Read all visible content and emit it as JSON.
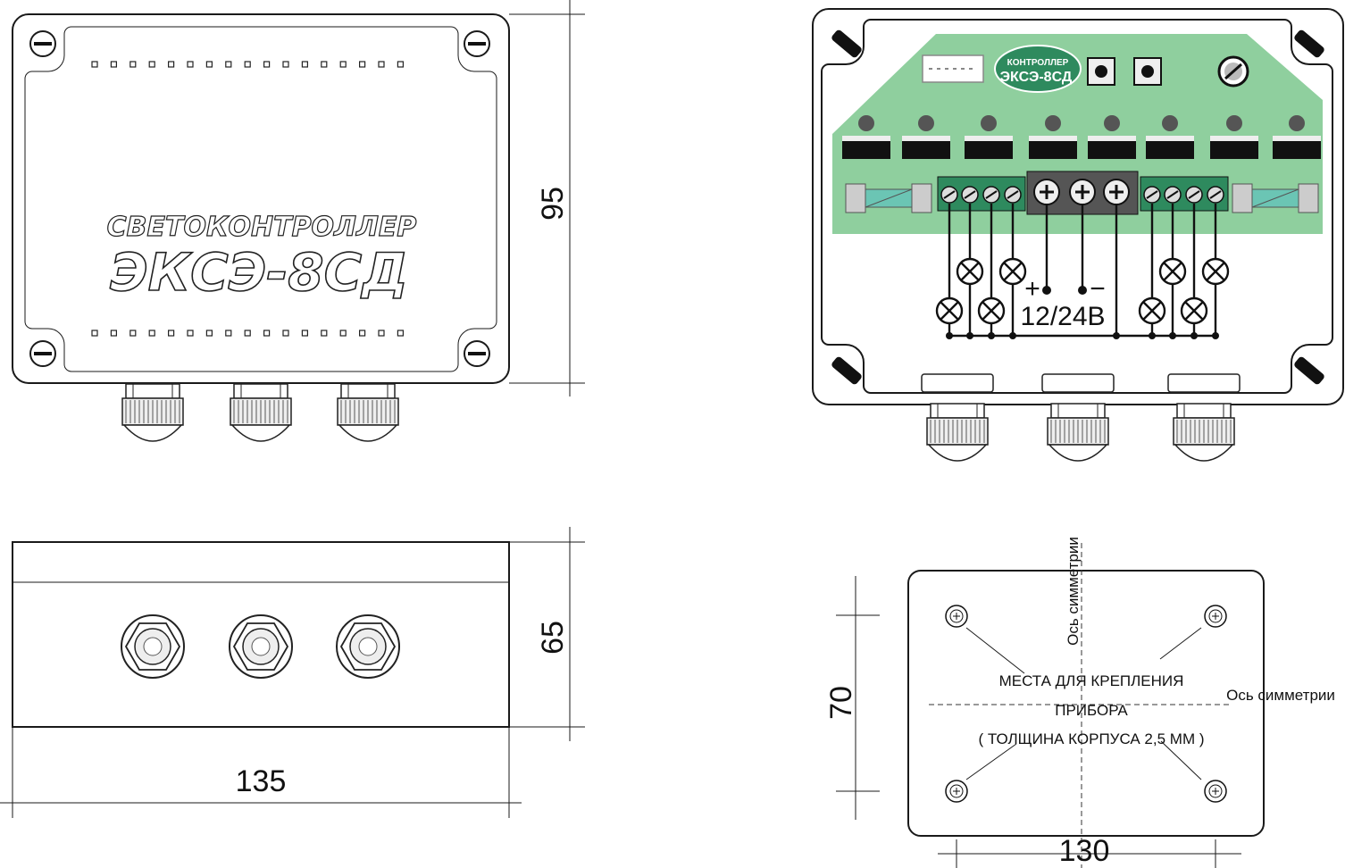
{
  "top_view": {
    "brand_line1": "СВЕТОКОНТРОЛЛЕР",
    "brand_line2": "ЭКСЭ-8СД",
    "dim_height": "95"
  },
  "side_view": {
    "dim_height": "65",
    "dim_width": "135"
  },
  "open_view": {
    "pcb_label_line1": "КОНТРОЛЛЕР",
    "pcb_label_line2": "ЭКСЭ-8СД",
    "plus_sign": "+",
    "minus_sign": "−",
    "voltage": "12/24В"
  },
  "mount_view": {
    "axis_label_vertical": "Ось симметрии",
    "axis_label_horizontal": "Ось симметрии",
    "note_line1": "МЕСТА ДЛЯ КРЕПЛЕНИЯ",
    "note_line2": "ПРИБОРА",
    "note_line3": "( ТОЛЩИНА КОРПУСА 2,5 ММ )",
    "dim_height": "70",
    "dim_width": "130"
  },
  "colors": {
    "pcb_green": "#8fcf9e",
    "terminal_green": "#2e8a5e",
    "outline": "#1a1a1a"
  }
}
